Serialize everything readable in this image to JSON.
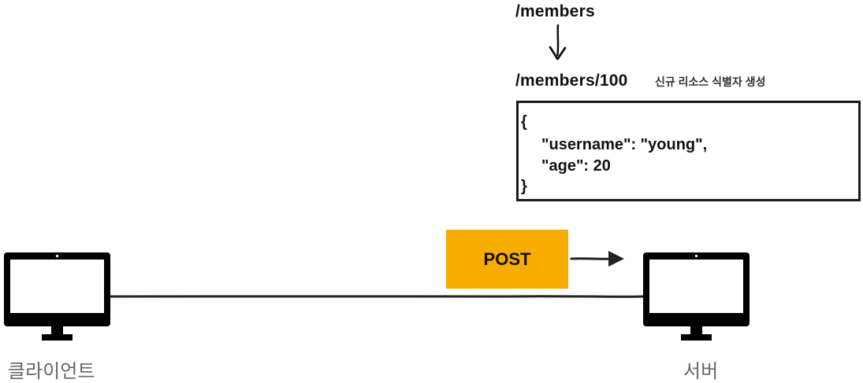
{
  "resource": {
    "collection_path": "/members",
    "created_path": "/members/100",
    "created_note": "신규 리소스 식별자 생성"
  },
  "json_body": {
    "lines": [
      "{",
      "\"username\": \"young\",",
      "\"age\": 20",
      "}"
    ]
  },
  "request": {
    "method": "POST"
  },
  "nodes": {
    "client_label": "클라이언트",
    "server_label": "서버"
  },
  "colors": {
    "post_box": "#f9ac00",
    "monitor": "#000000",
    "label_gray": "#666666"
  },
  "icons": {
    "client": "monitor-icon",
    "server": "monitor-icon",
    "down_arrow": "arrow-down-icon",
    "right_arrow": "arrow-right-icon"
  }
}
